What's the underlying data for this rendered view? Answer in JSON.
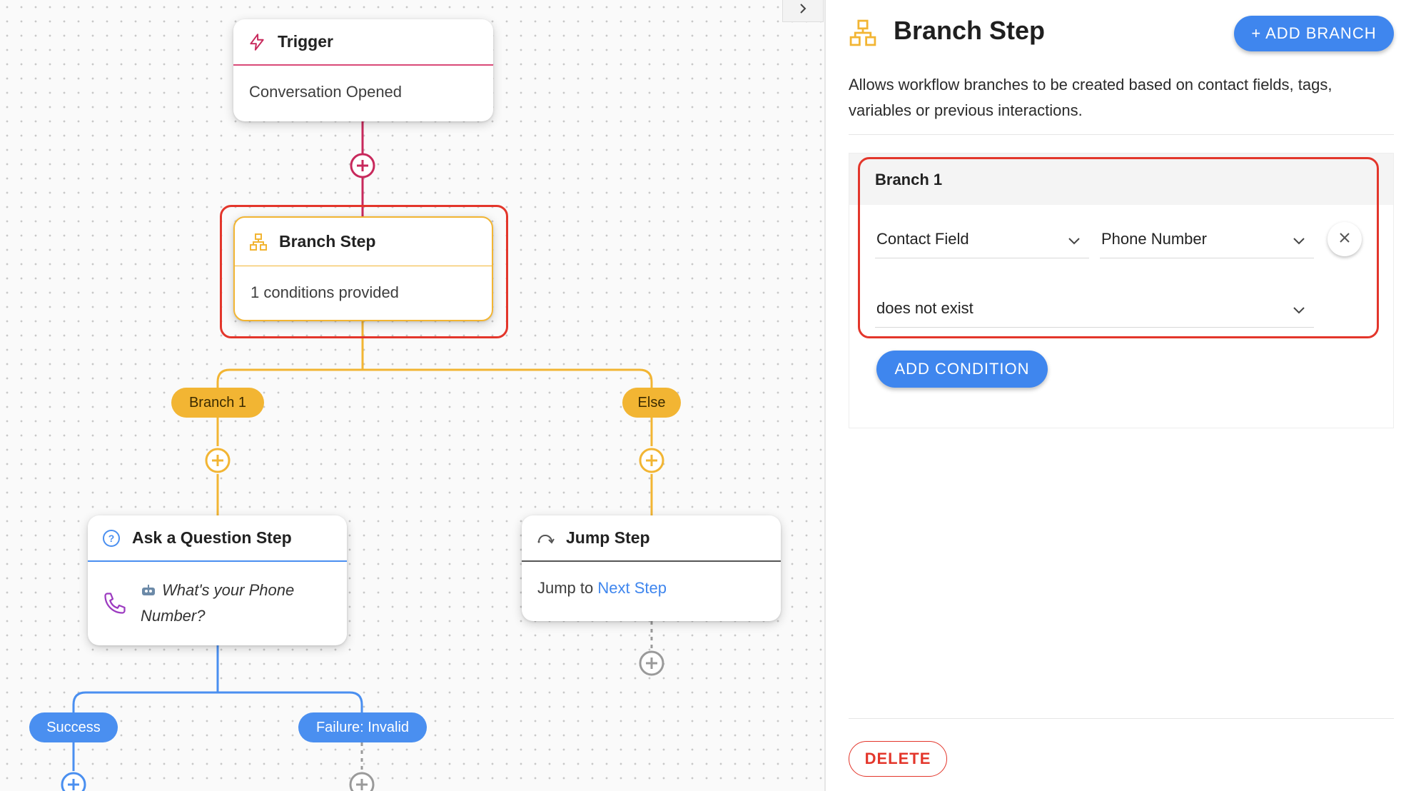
{
  "canvas": {
    "trigger": {
      "title": "Trigger",
      "body": "Conversation Opened"
    },
    "branch_step": {
      "title": "Branch Step",
      "body": "1 conditions provided"
    },
    "branch_labels": {
      "branch1": "Branch 1",
      "else": "Else"
    },
    "ask_step": {
      "title": "Ask a Question Step",
      "question_line1": "What's your Phone",
      "question_line2": "Number?"
    },
    "jump_step": {
      "title": "Jump Step",
      "body_prefix": "Jump to",
      "body_link": "Next Step"
    },
    "outcome_labels": {
      "success": "Success",
      "failure": "Failure: Invalid"
    }
  },
  "panel": {
    "title": "Branch Step",
    "add_branch_label": "+ ADD BRANCH",
    "description": "Allows workflow branches to be created based on contact fields, tags, variables or previous interactions.",
    "branch": {
      "name": "Branch 1",
      "field_type": "Contact Field",
      "field": "Phone Number",
      "operator": "does not exist"
    },
    "add_condition_label": "ADD CONDITION",
    "delete_label": "DELETE"
  },
  "colors": {
    "trigger_accent": "#c8295c",
    "branch_accent": "#f2b533",
    "ask_accent": "#4a8ff0",
    "highlight": "#e3362b",
    "primary_button": "#3f86ee"
  },
  "icons": [
    "lightning-icon",
    "branch-icon",
    "question-circle-icon",
    "phone-icon",
    "jump-arrow-icon",
    "plus-circle-icon",
    "chevron-down-icon",
    "close-icon",
    "chevron-right-icon"
  ]
}
